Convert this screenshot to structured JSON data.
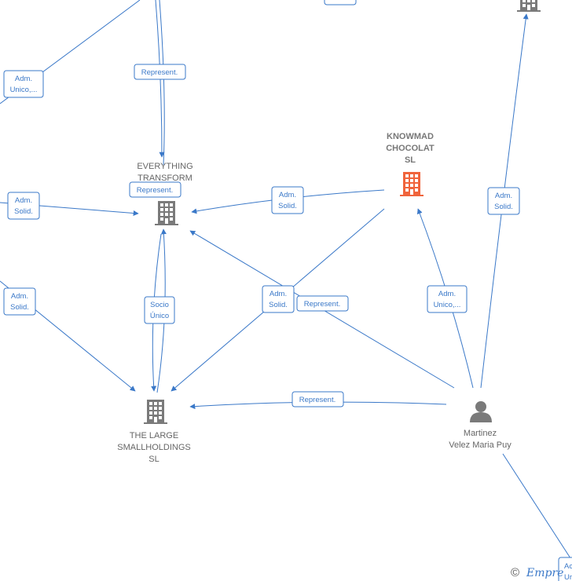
{
  "nodes": {
    "everything": {
      "lines": [
        "EVERYTHING",
        "TRANSFORM"
      ]
    },
    "knowmad": {
      "lines": [
        "KNOWMAD",
        "CHOCOLAT",
        "SL"
      ]
    },
    "large": {
      "lines": [
        "THE LARGE",
        "SMALLHOLDINGS",
        "SL"
      ]
    },
    "person": {
      "lines": [
        "Martinez",
        "Velez Maria Puy"
      ]
    }
  },
  "edge_labels": {
    "adm_unico_tl": [
      "Adm.",
      "Unico,..."
    ],
    "represent_top": [
      "Represent."
    ],
    "represent_et": [
      "Represent."
    ],
    "adm_solid_left": [
      "Adm.",
      "Solid."
    ],
    "adm_solid_knowmad": [
      "Adm.",
      "Solid."
    ],
    "adm_solid_right": [
      "Adm.",
      "Solid."
    ],
    "adm_solid_lower_left": [
      "Adm.",
      "Solid."
    ],
    "socio_unico": [
      "Socio",
      "Único"
    ],
    "adm_solid_center": [
      "Adm.",
      "Solid."
    ],
    "represent_center": [
      "Represent."
    ],
    "adm_unico_person": [
      "Adm.",
      "Unico,..."
    ],
    "represent_bottom": [
      "Represent."
    ],
    "partial_br": [
      "Ac",
      "Ur"
    ]
  },
  "footer": {
    "copyright": "©",
    "brand": "Empre"
  },
  "colors": {
    "edge": "#3a78c8",
    "building": "#7a7a7a",
    "building_highlight": "#f0643c",
    "person": "#7a7a7a"
  },
  "icons": {
    "company": "building-icon",
    "person": "person-icon"
  }
}
